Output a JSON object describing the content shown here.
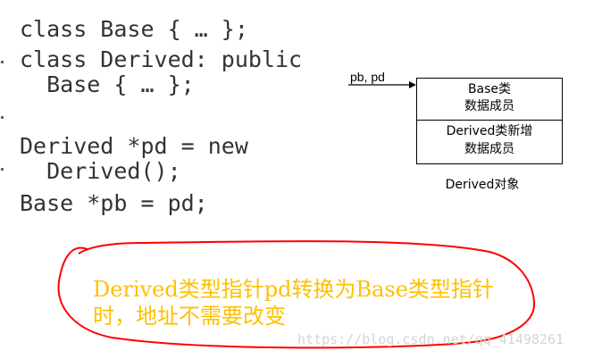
{
  "code": {
    "line1": "class Base { … };",
    "line2": "class Derived: public",
    "line3": "  Base { … };",
    "line4": "Derived *pd = new",
    "line5": "  Derived();",
    "line6": "Base *pb = pd;"
  },
  "diagram": {
    "pointer_label": "pb, pd",
    "base_part_title": "Base类",
    "base_part_subtitle": "数据成员",
    "derived_part_title": "Derived类新增",
    "derived_part_subtitle": "数据成员",
    "caption": "Derived对象"
  },
  "note": {
    "line1": "Derived类型指针pd转换为Base类型指针",
    "line2": "时，地址不需要改变",
    "text_color": "#ffc000",
    "circle_color": "#ff0000"
  },
  "watermark": "https://blog.csdn.net/qq_41498261"
}
